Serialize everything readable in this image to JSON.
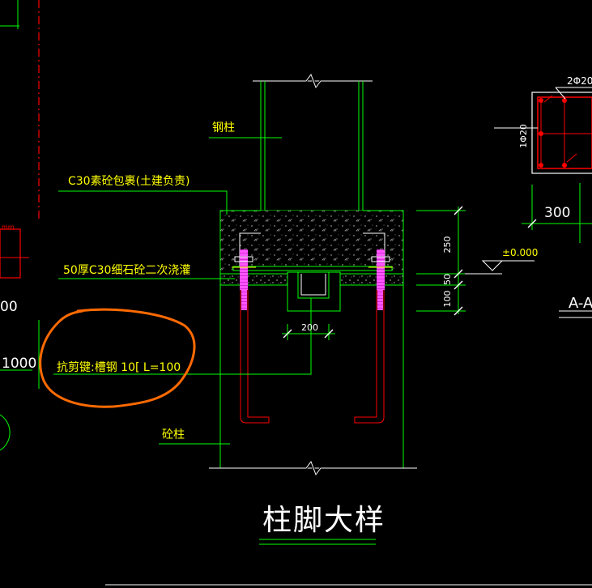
{
  "colors": {
    "background": "#000000",
    "green": "#00ff00",
    "yellow": "#ffff00",
    "white": "#ffffff",
    "red": "#ff0000",
    "magenta": "#ff00ff",
    "orange_annotation": "#ff6a00"
  },
  "drawing": {
    "title": "柱脚大样",
    "labels": {
      "steel_column": "钢柱",
      "concrete_encasement": "C30素砼包裹(土建负责)",
      "grout": "50厚C30细石砼二次浇灌",
      "shear_key": "抗剪键:槽钢  10[  L=100",
      "rc_column": "砼柱"
    },
    "dimensions": {
      "d250": "250",
      "d50": "50",
      "d100": "100",
      "d200": "200",
      "elevation": "±0.000"
    }
  },
  "section": {
    "rebar_top": "2Φ20",
    "rebar_side": "1Φ20",
    "width": "300",
    "section_label": "A-A"
  },
  "left_partial": {
    "value_1000": "1000",
    "value_00": "00",
    "value_mm": "mm"
  },
  "annotation": {
    "shape": "hand-drawn ellipse highlight around shear key label"
  }
}
